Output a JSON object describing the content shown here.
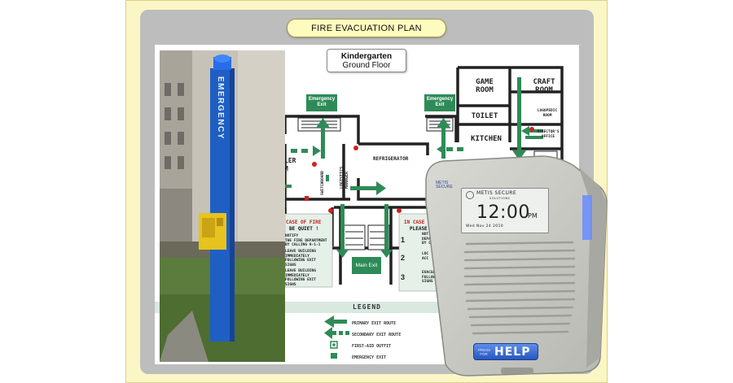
{
  "header": {
    "title": "FIRE EVACUATION PLAN"
  },
  "plan": {
    "building": "Kindergarten",
    "floor": "Ground Floor",
    "rooms": {
      "game_room": "GAME\nROOM",
      "craft_room": "CRAFT\nROOM",
      "toilet": "TOILET",
      "kitchen": "KITCHEN",
      "logopedic_room": "LOGOPEDIC\nROOM",
      "directors_office": "DIRECTOR'S\nOFFICE",
      "refrigerator": "REFRIGERATOR",
      "logistics_manager": "LOGISTICS\nMANAGER",
      "switchboard": "SWITCHBOARD",
      "boiler_partial": "LER\nM"
    },
    "exits": {
      "left": "Emergency\nExit",
      "right": "Emergency\nExit",
      "main": "Main Exit"
    },
    "case_fire_left": {
      "title": "CASE OF FIRE",
      "subtitle": "BE QUIET !",
      "lines": "NOTIFY\nTHE FIRE DEPARTMENT\nBY CALLING 9-1-1",
      "lines2": "LEAVE BUILDING\nIMMEDIATELY\nFOLLOWING EXIT\nSIGNS",
      "lines3": "LEAVE BUILDING\nIMMEDIATELY\nFOLLOWING EXIT\nSIGNS"
    },
    "case_fire_right": {
      "title": "IN CASE O",
      "subtitle": "PLEASE BE",
      "step1": "NOTI\nDEPA\nBY C",
      "step2": "LOC\nACC",
      "step3": "EVACUATE\nFOLLOWEN\nSIGNS",
      "numbers": [
        "1",
        "2",
        "3"
      ]
    }
  },
  "legend": {
    "title": "LEGEND",
    "items": [
      {
        "label": "PRIMARY EXIT ROUTE",
        "icon": "primary-arrow-icon"
      },
      {
        "label": "SECONDARY EXIT ROUTE",
        "icon": "secondary-arrow-icon"
      },
      {
        "label": "FIRST-AID OUTFIT",
        "icon": "first-aid-icon"
      },
      {
        "label": "EMERGENCY EXIT",
        "icon": "emergency-exit-icon"
      }
    ]
  },
  "photo": {
    "post_text": "EMERGENCY"
  },
  "device": {
    "brand": "METIS SECURE",
    "brand_sub": "SOLUTIONS",
    "logo_text": "METIS\nSECURE",
    "time": "12:00",
    "ampm": "PM",
    "date": "Wed   Nov  24   2010",
    "press_for": "PRESS\nFOR",
    "help": "HELP"
  },
  "colors": {
    "frame_bg": "#fbf6c5",
    "plan_green": "#2e8b57",
    "device_blue": "#2756c0",
    "post_blue": "#1f5fc4"
  }
}
